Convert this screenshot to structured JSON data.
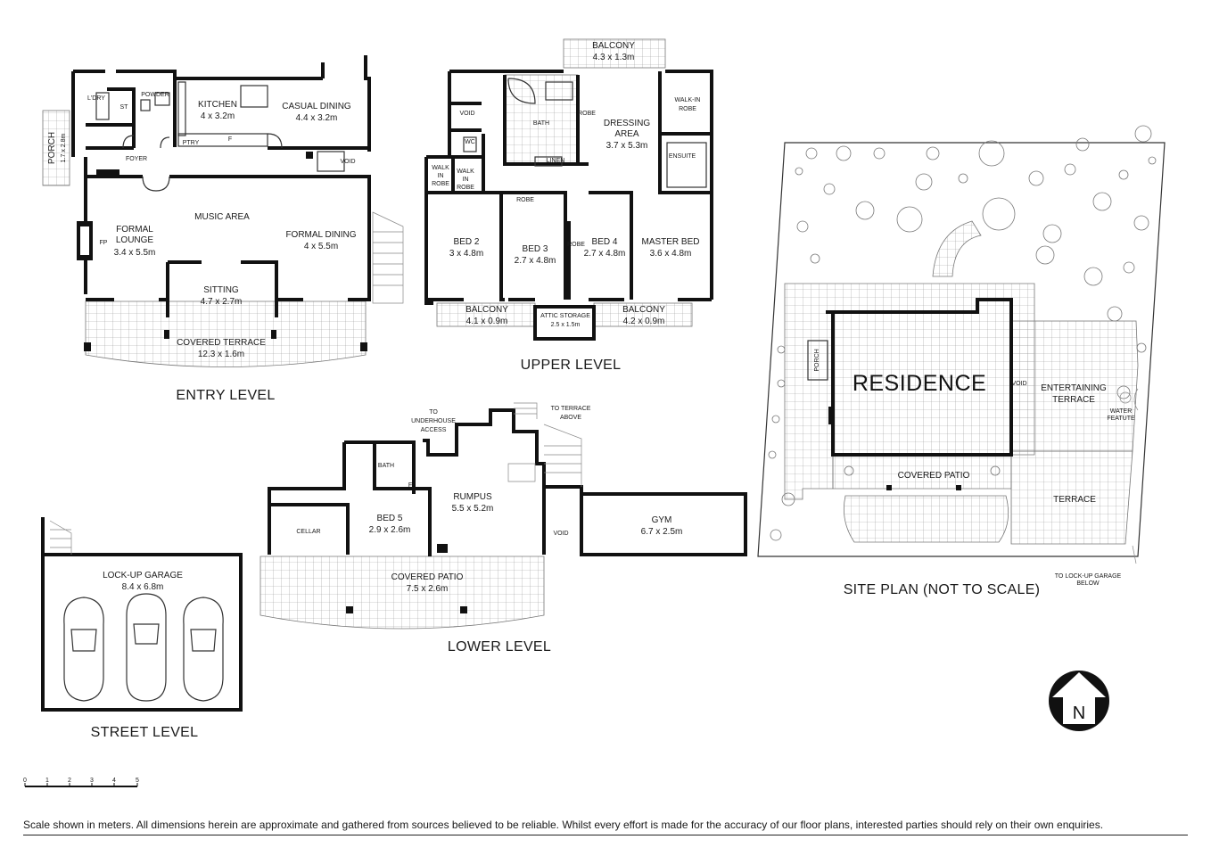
{
  "levels": {
    "entry": "ENTRY LEVEL",
    "upper": "UPPER LEVEL",
    "lower": "LOWER LEVEL",
    "street": "STREET LEVEL",
    "site": "SITE PLAN (NOT TO SCALE)"
  },
  "entry_rooms": {
    "ldry": "L'DRY",
    "powder": "POWDER",
    "st": "ST",
    "kitchen": "KITCHEN",
    "kitchen_dim": "4 x 3.2m",
    "casual": "CASUAL DINING",
    "casual_dim": "4.4 x 3.2m",
    "porch": "PORCH",
    "porch_dim": "1.7 x 2.8m",
    "foyer": "FOYER",
    "ptry": "PTRY",
    "f": "F",
    "void": "VOID",
    "music": "MUSIC AREA",
    "lounge1": "FORMAL",
    "lounge2": "LOUNGE",
    "lounge_dim": "3.4 x 5.5m",
    "fp": "FP",
    "dining": "FORMAL DINING",
    "dining_dim": "4 x 5.5m",
    "sitting": "SITTING",
    "sitting_dim": "4.7 x 2.7m",
    "terrace": "COVERED TERRACE",
    "terrace_dim": "12.3 x 1.6m"
  },
  "upper_rooms": {
    "balcony_top": "BALCONY",
    "balcony_top_dim": "4.3 x 1.3m",
    "void": "VOID",
    "bath": "BATH",
    "wc": "WC",
    "robe": "ROBE",
    "dressing1": "DRESSING",
    "dressing2": "AREA",
    "dressing_dim": "3.7 x 5.3m",
    "wir1": "WALK-IN",
    "wir2": "ROBE",
    "linen": "LINEN",
    "ensuite": "ENSUITE",
    "walk": "WALK",
    "in": "IN",
    "bed2": "BED 2",
    "bed2_dim": "3 x 4.8m",
    "bed3": "BED 3",
    "bed3_dim": "2.7 x 4.8m",
    "bed4": "BED 4",
    "bed4_dim": "2.7 x 4.8m",
    "master": "MASTER BED",
    "master_dim": "3.6 x 4.8m",
    "balcony_l": "BALCONY",
    "balcony_l_dim": "4.1 x 0.9m",
    "attic": "ATTIC STORAGE",
    "attic_dim": "2.5 x 1.5m",
    "balcony_r": "BALCONY",
    "balcony_r_dim": "4.2 x 0.9m"
  },
  "lower_rooms": {
    "to_under1": "TO",
    "to_under2": "UNDERHOUSE",
    "to_under3": "ACCESS",
    "to_terrace1": "TO TERRACE",
    "to_terrace2": "ABOVE",
    "bath": "BATH",
    "f": "F",
    "rumpus": "RUMPUS",
    "rumpus_dim": "5.5 x 5.2m",
    "cellar": "CELLAR",
    "bed5": "BED 5",
    "bed5_dim": "2.9 x 2.6m",
    "void": "VOID",
    "gym": "GYM",
    "gym_dim": "6.7 x 2.5m",
    "patio": "COVERED PATIO",
    "patio_dim": "7.5 x 2.6m"
  },
  "street_rooms": {
    "garage": "LOCK-UP GARAGE",
    "garage_dim": "8.4 x 6.8m"
  },
  "site_labels": {
    "residence": "RESIDENCE",
    "porch": "PORCH",
    "void": "VOID",
    "ent1": "ENTERTAINING",
    "ent2": "TERRACE",
    "water1": "WATER",
    "water2": "FEATUTE",
    "covered_patio": "COVERED PATIO",
    "terrace": "TERRACE",
    "to_garage1": "TO LOCK-UP GARAGE",
    "to_garage2": "BELOW"
  },
  "scale_ticks": [
    "0",
    "1",
    "2",
    "3",
    "4",
    "5"
  ],
  "compass": "N",
  "disclaimer": "Scale shown in meters. All dimensions herein are approximate and gathered from sources believed to be  reliable. Whilst every effort is made for the accuracy of our floor plans, interested parties should rely on their own enquiries."
}
